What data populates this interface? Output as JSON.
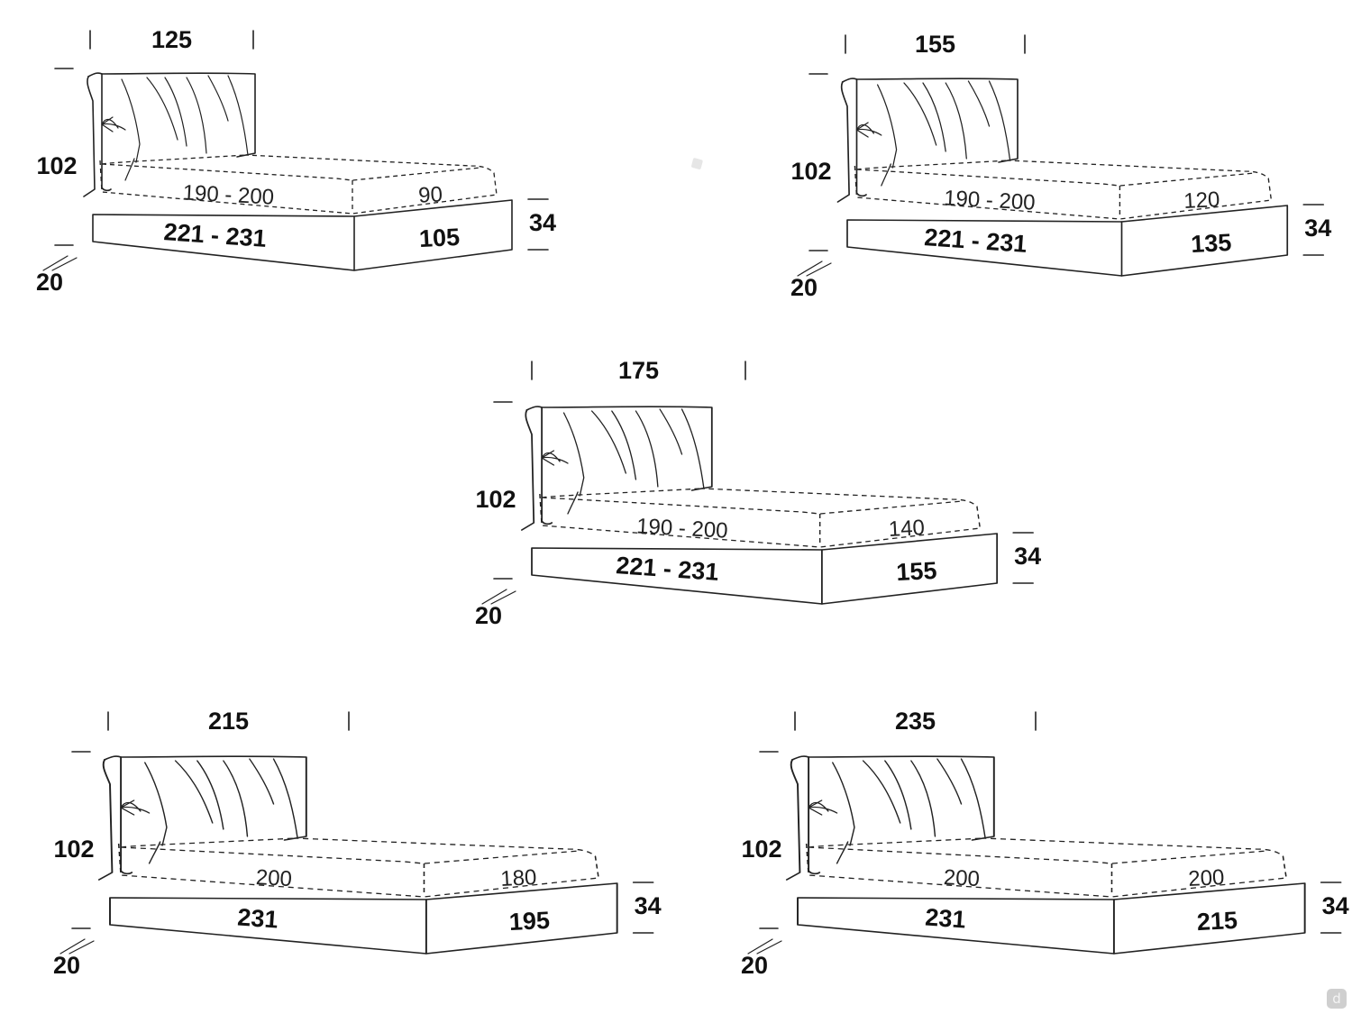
{
  "beds": [
    {
      "id": "bed-125",
      "total_width": "125",
      "headboard_height": "102",
      "mattress_length": "190 - 200",
      "mattress_width": "90",
      "base_length": "221 - 231",
      "base_width": "105",
      "base_height": "34",
      "clearance": "20"
    },
    {
      "id": "bed-155",
      "total_width": "155",
      "headboard_height": "102",
      "mattress_length": "190 - 200",
      "mattress_width": "120",
      "base_length": "221 - 231",
      "base_width": "135",
      "base_height": "34",
      "clearance": "20"
    },
    {
      "id": "bed-175",
      "total_width": "175",
      "headboard_height": "102",
      "mattress_length": "190 - 200",
      "mattress_width": "140",
      "base_length": "221 - 231",
      "base_width": "155",
      "base_height": "34",
      "clearance": "20"
    },
    {
      "id": "bed-215",
      "total_width": "215",
      "headboard_height": "102",
      "mattress_length": "200",
      "mattress_width": "180",
      "base_length": "231",
      "base_width": "195",
      "base_height": "34",
      "clearance": "20"
    },
    {
      "id": "bed-235",
      "total_width": "235",
      "headboard_height": "102",
      "mattress_length": "200",
      "mattress_width": "200",
      "base_length": "231",
      "base_width": "215",
      "base_height": "34",
      "clearance": "20"
    }
  ],
  "watermark": {
    "icon": "d-logo-icon",
    "color": "#cfcfcf"
  }
}
